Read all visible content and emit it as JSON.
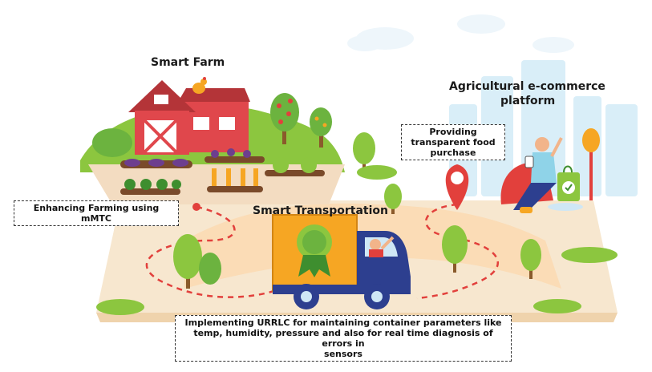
{
  "titles": {
    "smart_farm": "Smart Farm",
    "ecommerce_line1": "Agricultural e-commerce",
    "ecommerce_line2": "platform",
    "transport": "Smart Transportation"
  },
  "callouts": {
    "farming": "Enhancing Farming using mMTC",
    "purchase": [
      "Providing",
      "transparent food",
      "purchase"
    ],
    "urllc": [
      "Implementing URRLC for maintaining container parameters like",
      "temp, humidity, pressure and also for real time diagnosis of errors in",
      "sensors"
    ]
  },
  "colors": {
    "ground": "#f7e7cf",
    "road": "#fbdcb6",
    "grass": "#8cc63f",
    "dark_green": "#3e8e2f",
    "barn_red": "#e0474c",
    "truck_blue": "#2d3f8f",
    "truck_orange": "#f6a623",
    "pin_red": "#e2403c",
    "sky_blue": "#d9eef8"
  },
  "icons": {
    "barn": "barn-icon",
    "rooster": "rooster-icon",
    "truck": "delivery-truck-icon",
    "pin": "location-pin-icon",
    "person": "shopper-person-icon",
    "bag": "shopping-bag-icon",
    "badge": "quality-badge-icon"
  }
}
